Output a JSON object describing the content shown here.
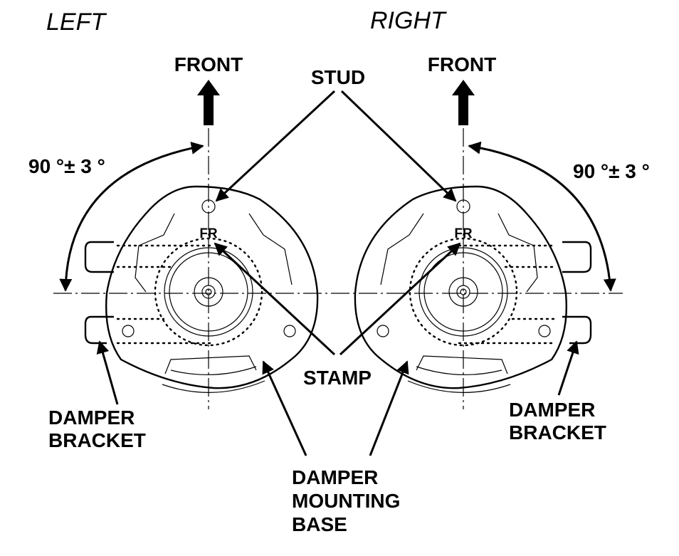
{
  "labels": {
    "left": "LEFT",
    "right": "RIGHT",
    "front_left": "FRONT",
    "front_right": "FRONT",
    "stud": "STUD",
    "angle_left": "90 °± 3 °",
    "angle_right": "90 °± 3 °",
    "stamp_left": "FR",
    "stamp_right": "FR",
    "stamp": "STAMP",
    "damper_bracket_left": [
      "DAMPER",
      "BRACKET"
    ],
    "damper_bracket_right": [
      "DAMPER",
      "BRACKET"
    ],
    "damper_mounting_base": [
      "DAMPER",
      "MOUNTING",
      "BASE"
    ]
  }
}
